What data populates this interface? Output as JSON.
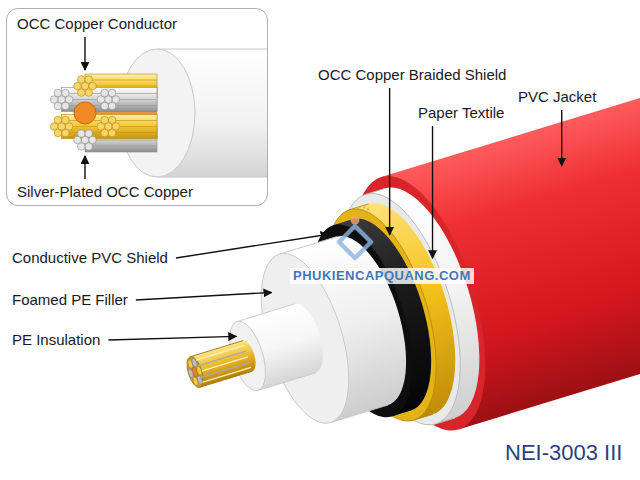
{
  "diagram": {
    "nodes": [
      {
        "text": [
          "OCC Copper Conductor",
          "Silver-Plated OCC Copper"
        ]
      }
    ],
    "labels": [
      "OCC Copper Braided Shield",
      "Paper Textile",
      "PVC Jacket",
      "Conductive PVC Shield",
      "Foamed PE Filler",
      "PE Insulation",
      "PHUKIENCAPQUANG.COM",
      "NEI-3003 III"
    ]
  }
}
